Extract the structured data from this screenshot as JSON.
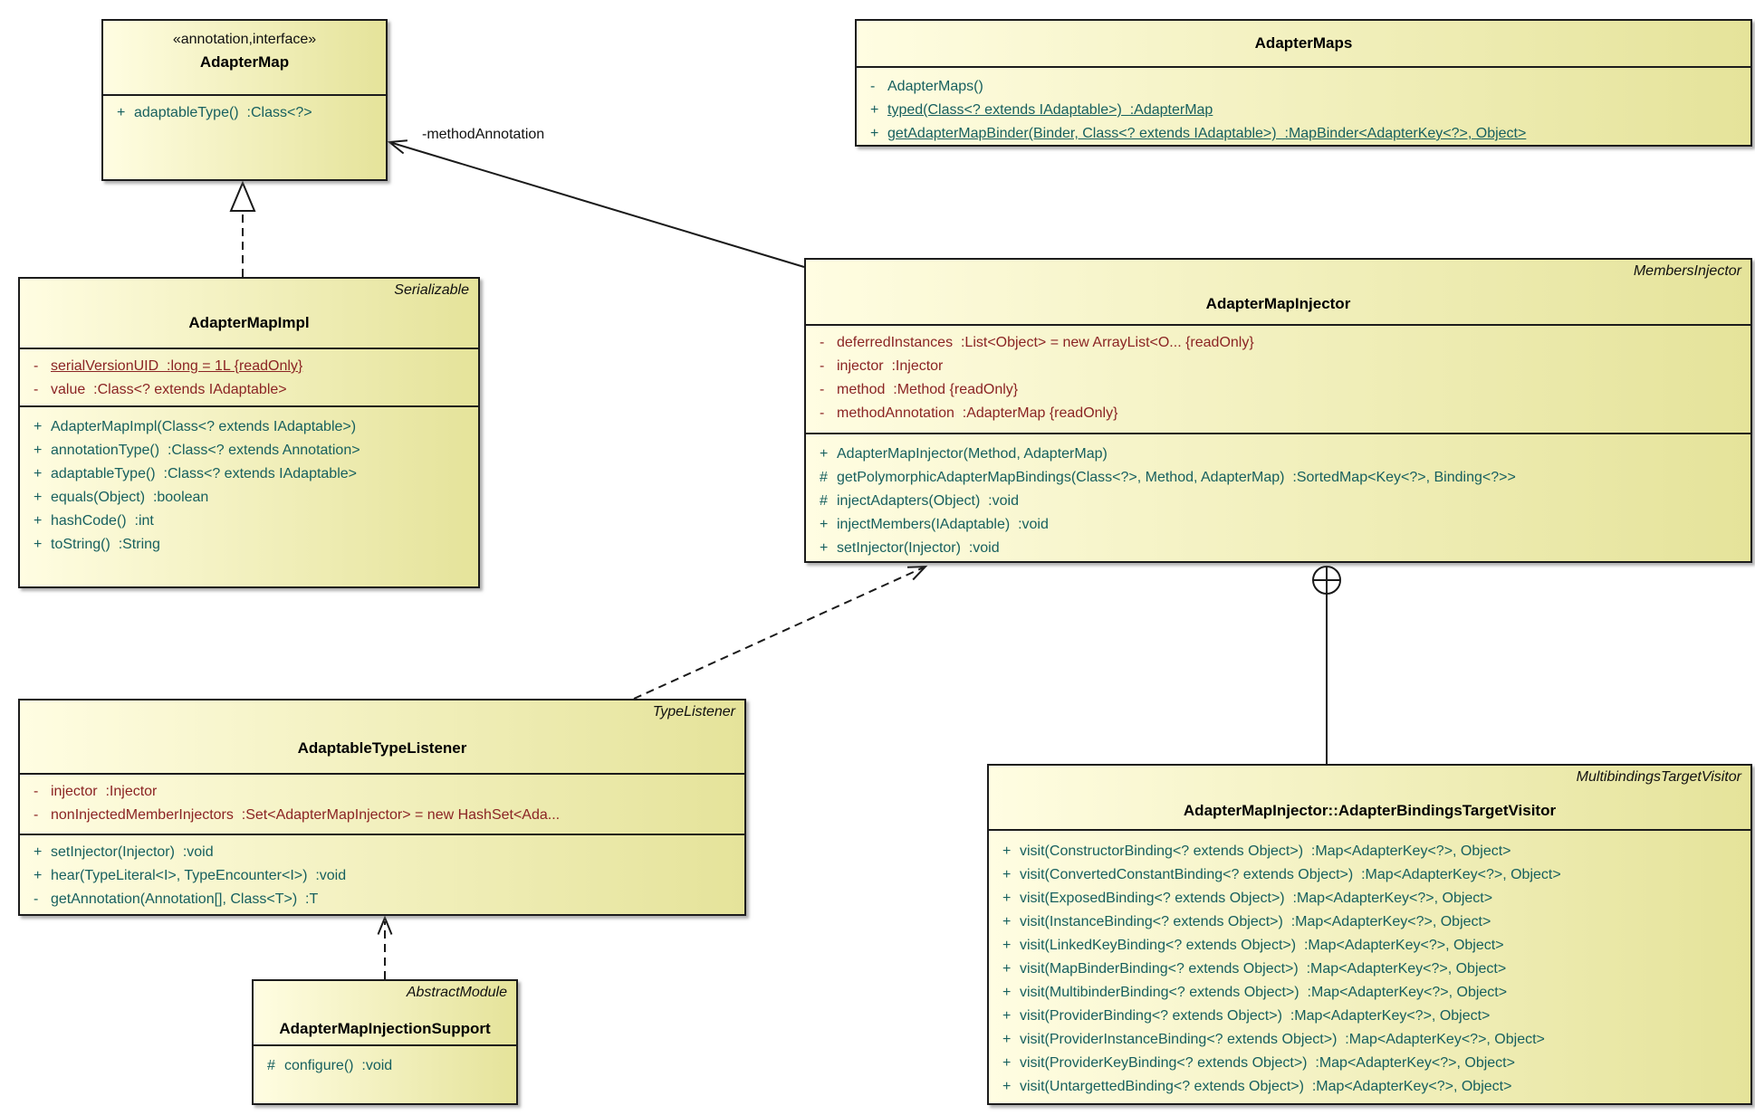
{
  "diagram": {
    "colors": {
      "attribute": "#8b2424",
      "operation": "#17605f",
      "box_fill_light": "#fffde2",
      "box_fill_dark": "#e5e39a"
    },
    "edge_labels": {
      "method_annotation": "-methodAnnotation"
    }
  },
  "classes": {
    "adapter_map": {
      "stereotype": "«annotation,interface»",
      "name": "AdapterMap",
      "attributes": [],
      "operations": [
        {
          "vis": "+",
          "text": "adaptableType()  :Class<?>"
        }
      ]
    },
    "adapter_maps": {
      "name": "AdapterMaps",
      "attributes": [],
      "operations": [
        {
          "vis": "-",
          "text": "AdapterMaps()"
        },
        {
          "vis": "+",
          "text": "typed(Class<? extends IAdaptable>)  :AdapterMap",
          "static": true
        },
        {
          "vis": "+",
          "text": "getAdapterMapBinder(Binder, Class<? extends IAdaptable>)  :MapBinder<AdapterKey<?>, Object>",
          "static": true
        }
      ]
    },
    "adapter_map_impl": {
      "stereotype": "Serializable",
      "name": "AdapterMapImpl",
      "attributes": [
        {
          "vis": "-",
          "text": "serialVersionUID  :long = 1L {readOnly}",
          "static": true
        },
        {
          "vis": "-",
          "text": "value  :Class<? extends IAdaptable>"
        }
      ],
      "operations": [
        {
          "vis": "+",
          "text": "AdapterMapImpl(Class<? extends IAdaptable>)"
        },
        {
          "vis": "+",
          "text": "annotationType()  :Class<? extends Annotation>"
        },
        {
          "vis": "+",
          "text": "adaptableType()  :Class<? extends IAdaptable>"
        },
        {
          "vis": "+",
          "text": "equals(Object)  :boolean"
        },
        {
          "vis": "+",
          "text": "hashCode()  :int"
        },
        {
          "vis": "+",
          "text": "toString()  :String"
        }
      ]
    },
    "adapter_map_injector": {
      "stereotype": "MembersInjector",
      "name": "AdapterMapInjector",
      "attributes": [
        {
          "vis": "-",
          "text": "deferredInstances  :List<Object> = new ArrayList<O... {readOnly}"
        },
        {
          "vis": "-",
          "text": "injector  :Injector"
        },
        {
          "vis": "-",
          "text": "method  :Method {readOnly}"
        },
        {
          "vis": "-",
          "text": "methodAnnotation  :AdapterMap {readOnly}"
        }
      ],
      "operations": [
        {
          "vis": "+",
          "text": "AdapterMapInjector(Method, AdapterMap)"
        },
        {
          "vis": "#",
          "text": "getPolymorphicAdapterMapBindings(Class<?>, Method, AdapterMap)  :SortedMap<Key<?>, Binding<?>>"
        },
        {
          "vis": "#",
          "text": "injectAdapters(Object)  :void"
        },
        {
          "vis": "+",
          "text": "injectMembers(IAdaptable)  :void"
        },
        {
          "vis": "+",
          "text": "setInjector(Injector)  :void"
        }
      ]
    },
    "adaptable_type_listener": {
      "stereotype": "TypeListener",
      "name": "AdaptableTypeListener",
      "attributes": [
        {
          "vis": "-",
          "text": "injector  :Injector"
        },
        {
          "vis": "-",
          "text": "nonInjectedMemberInjectors  :Set<AdapterMapInjector> = new HashSet<Ada..."
        }
      ],
      "operations": [
        {
          "vis": "+",
          "text": "setInjector(Injector)  :void"
        },
        {
          "vis": "+",
          "text": "hear(TypeLiteral<I>, TypeEncounter<I>)  :void"
        },
        {
          "vis": "-",
          "text": "getAnnotation(Annotation[], Class<T>)  :T"
        }
      ]
    },
    "adapter_map_injection_support": {
      "stereotype": "AbstractModule",
      "name": "AdapterMapInjectionSupport",
      "attributes": [],
      "operations": [
        {
          "vis": "#",
          "text": "configure()  :void"
        }
      ]
    },
    "adapter_bindings_target_visitor": {
      "stereotype": "MultibindingsTargetVisitor",
      "name": "AdapterMapInjector::AdapterBindingsTargetVisitor",
      "attributes": [],
      "operations": [
        {
          "vis": "+",
          "text": "visit(ConstructorBinding<? extends Object>)  :Map<AdapterKey<?>, Object>"
        },
        {
          "vis": "+",
          "text": "visit(ConvertedConstantBinding<? extends Object>)  :Map<AdapterKey<?>, Object>"
        },
        {
          "vis": "+",
          "text": "visit(ExposedBinding<? extends Object>)  :Map<AdapterKey<?>, Object>"
        },
        {
          "vis": "+",
          "text": "visit(InstanceBinding<? extends Object>)  :Map<AdapterKey<?>, Object>"
        },
        {
          "vis": "+",
          "text": "visit(LinkedKeyBinding<? extends Object>)  :Map<AdapterKey<?>, Object>"
        },
        {
          "vis": "+",
          "text": "visit(MapBinderBinding<? extends Object>)  :Map<AdapterKey<?>, Object>"
        },
        {
          "vis": "+",
          "text": "visit(MultibinderBinding<? extends Object>)  :Map<AdapterKey<?>, Object>"
        },
        {
          "vis": "+",
          "text": "visit(ProviderBinding<? extends Object>)  :Map<AdapterKey<?>, Object>"
        },
        {
          "vis": "+",
          "text": "visit(ProviderInstanceBinding<? extends Object>)  :Map<AdapterKey<?>, Object>"
        },
        {
          "vis": "+",
          "text": "visit(ProviderKeyBinding<? extends Object>)  :Map<AdapterKey<?>, Object>"
        },
        {
          "vis": "+",
          "text": "visit(UntargettedBinding<? extends Object>)  :Map<AdapterKey<?>, Object>"
        }
      ]
    }
  }
}
